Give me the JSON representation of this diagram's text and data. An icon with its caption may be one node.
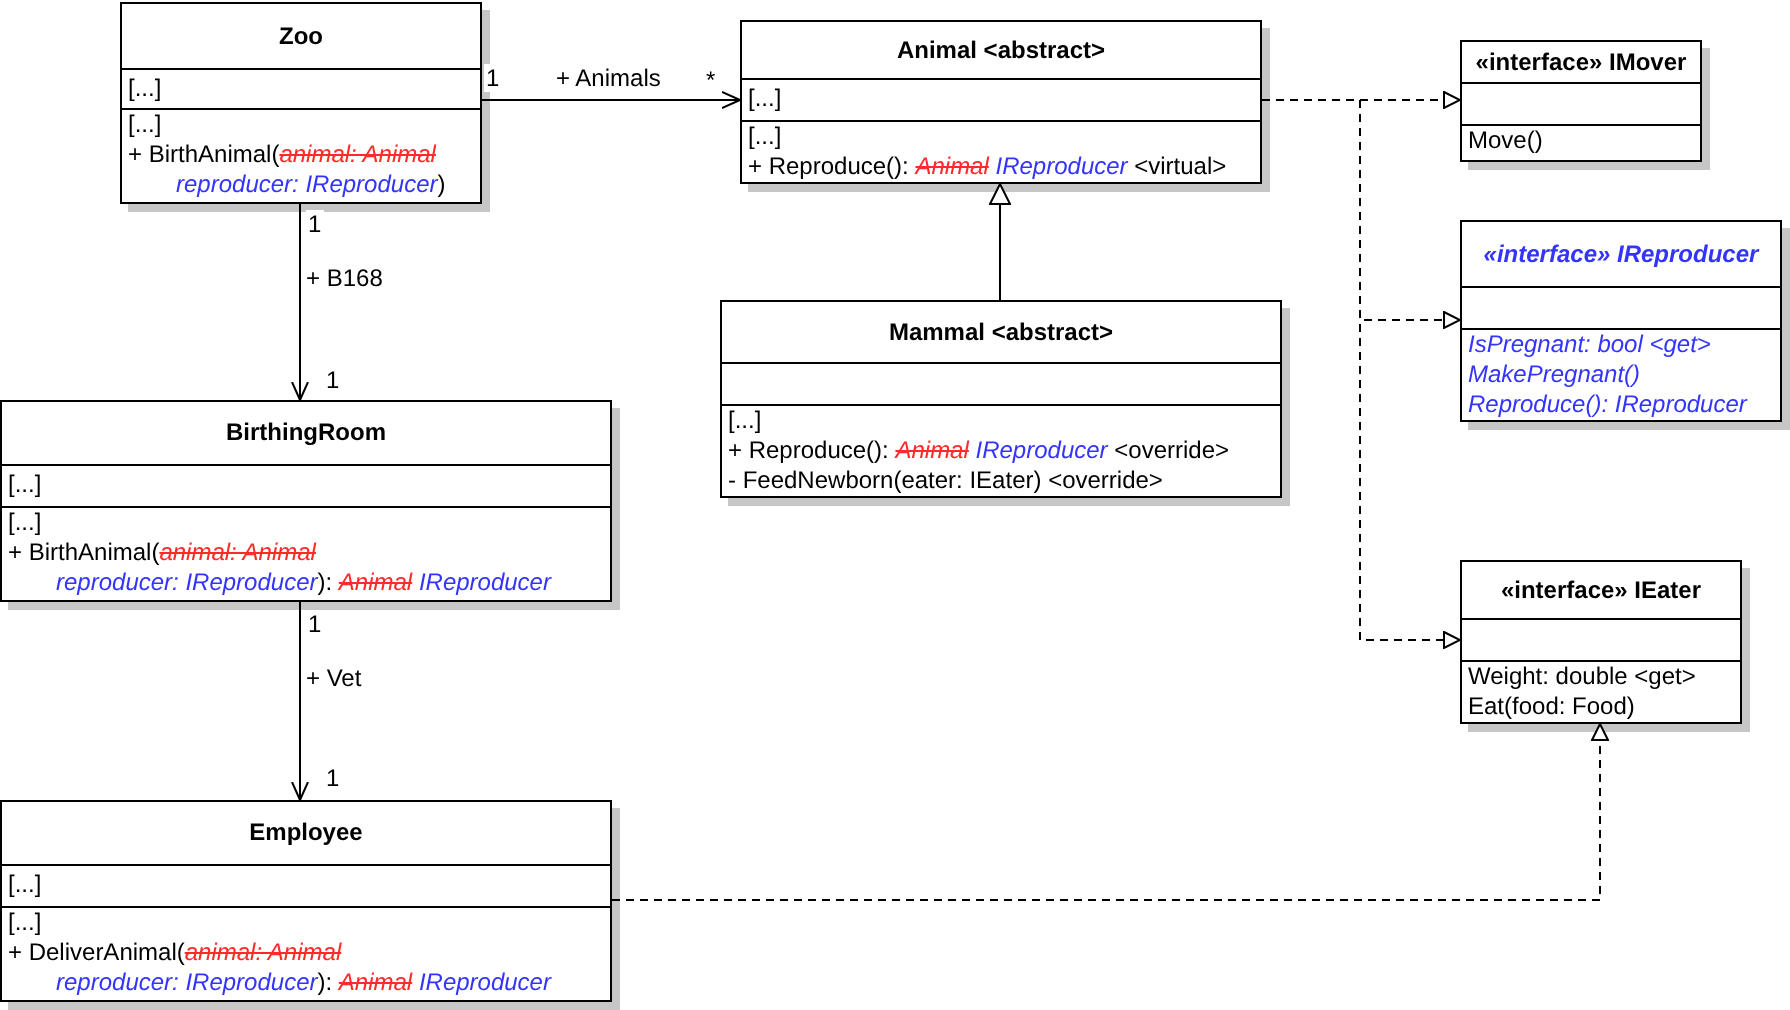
{
  "diagram": {
    "nodes": [
      {
        "text": [
          "Zoo",
          "[...]",
          "[...]",
          "+ BirthAnimal(*animal: Animal* *reproducer: IReproducer*)"
        ]
      },
      {
        "text": [
          "Animal <abstract>",
          "[...]",
          "[...]",
          "+ Reproduce(): *Animal* *IReproducer* <virtual>"
        ]
      },
      {
        "text": [
          "«interface» IMover",
          "Move()"
        ]
      },
      {
        "text": [
          "«interface» IReproducer",
          "IsPregnant: bool <get>",
          "MakePregnant()",
          "Reproduce(): IReproducer"
        ]
      },
      {
        "text": [
          "Mammal <abstract>",
          "[...]",
          "+ Reproduce(): *Animal* *IReproducer* <override>",
          "- FeedNewborn(eater: IEater) <override>"
        ]
      },
      {
        "text": [
          "BirthingRoom",
          "[...]",
          "[...]",
          "+ BirthAnimal(*animal: Animal* *reproducer: IReproducer*): *Animal* *IReproducer*"
        ]
      },
      {
        "text": [
          "«interface» IEater",
          "Weight: double <get>",
          "Eat(food: Food)"
        ]
      },
      {
        "text": [
          "Employee",
          "[...]",
          "[...]",
          "+ DeliverAnimal(*animal: Animal* *reproducer: IReproducer*): *Animal* *IReproducer*"
        ]
      }
    ],
    "edges": [
      {
        "from": 0,
        "to": 1,
        "arrow": "to",
        "label": "+ Animals"
      },
      {
        "from": 1,
        "to": 2,
        "arrow": "to",
        "style": "dashed"
      },
      {
        "from": 1,
        "to": 3,
        "arrow": "to",
        "style": "dashed"
      },
      {
        "from": 1,
        "to": 6,
        "arrow": "to",
        "style": "dashed"
      },
      {
        "from": 4,
        "to": 1,
        "arrow": "to"
      },
      {
        "from": 0,
        "to": 5,
        "arrow": "to",
        "label": "+ B168"
      },
      {
        "from": 5,
        "to": 7,
        "arrow": "to",
        "label": "+ Vet"
      },
      {
        "from": 7,
        "to": 6,
        "arrow": "to",
        "style": "dashed"
      }
    ],
    "labels": [
      "1",
      "*",
      "1",
      "1",
      "1",
      "1"
    ]
  }
}
